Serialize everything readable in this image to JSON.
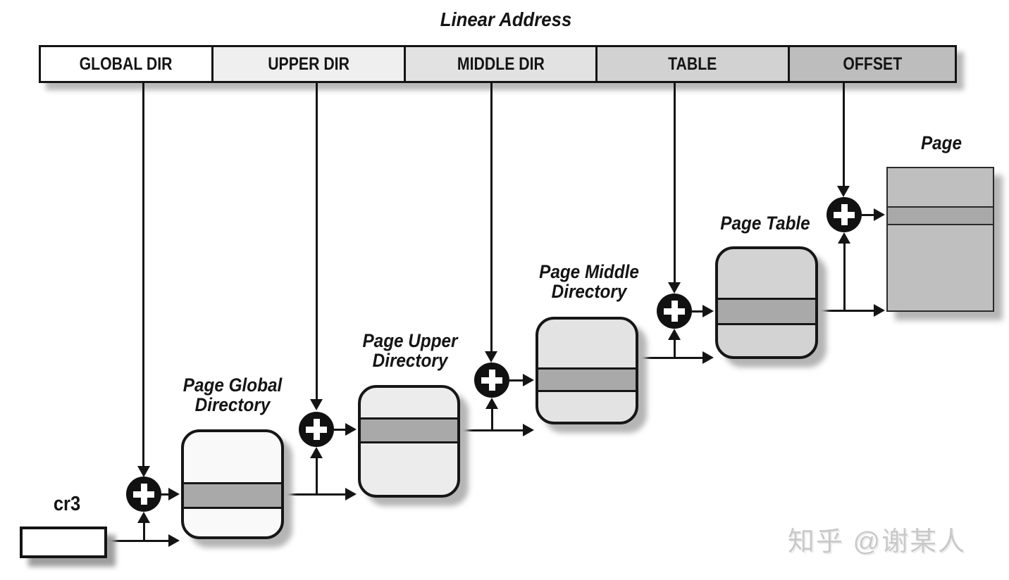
{
  "title": "Linear Address",
  "linear_address": {
    "fields": [
      {
        "label": "GLOBAL DIR",
        "fill": "#ffffff"
      },
      {
        "label": "UPPER DIR",
        "fill": "#efefef"
      },
      {
        "label": "MIDDLE DIR",
        "fill": "#e2e2e2"
      },
      {
        "label": "TABLE",
        "fill": "#d2d2d2"
      },
      {
        "label": "OFFSET",
        "fill": "#bdbdbd"
      }
    ]
  },
  "register": {
    "label": "cr3"
  },
  "nodes": [
    {
      "id": "page-global-directory",
      "label1": "Page Global",
      "label2": "Directory",
      "fill": "#f9f9f9"
    },
    {
      "id": "page-upper-directory",
      "label1": "Page Upper",
      "label2": "Directory",
      "fill": "#ececec"
    },
    {
      "id": "page-middle-directory",
      "label1": "Page Middle",
      "label2": "Directory",
      "fill": "#e3e3e3"
    },
    {
      "id": "page-table",
      "label1": "Page Table",
      "label2": "",
      "fill": "#d3d3d3"
    },
    {
      "id": "page",
      "label1": "Page",
      "label2": "",
      "fill": "#bfbfbf"
    }
  ],
  "adder_symbol": "+",
  "colors": {
    "entry_band": "#a9a9a9",
    "line": "#141414",
    "watermark_text": "#c9c9c9"
  },
  "watermark": "知乎 @谢某人"
}
